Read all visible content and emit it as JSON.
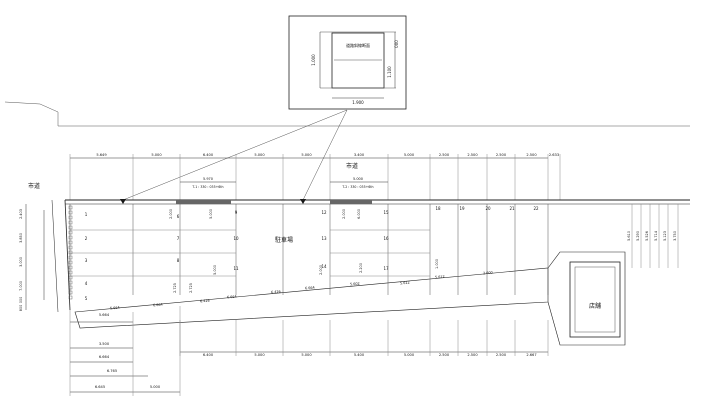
{
  "labels": {
    "road_top": "市道",
    "road_left": "市道",
    "parking": "駐車場",
    "store": "店舗",
    "inset_label": "道路斜線断面"
  },
  "top_dims": [
    "5.649",
    "5.000",
    "6.400",
    "5.000",
    "5.000",
    "3.400",
    "5.000",
    "2.500",
    "2.500",
    "2.500",
    "2.500",
    "2.633"
  ],
  "bottom_dims": [
    "6.400",
    "5.000",
    "5.000",
    "5.400",
    "5.000",
    "2.500",
    "2.500",
    "2.500",
    "2.667"
  ],
  "left_dims": [
    "2.403",
    "3.850",
    "3.000",
    "7.000",
    "000",
    "800"
  ],
  "inset_dims": {
    "w": "1.900",
    "h_left": "1.000",
    "h_right": "1.100",
    "top_right": "000"
  },
  "section_notes": [
    "5.970",
    "T-1 : 330 : 035+6th",
    "5.000",
    "T-2 : 330 : 035+6th"
  ],
  "stall_numbers": [
    "1",
    "2",
    "3",
    "4",
    "5",
    "6",
    "7",
    "8",
    "9",
    "10",
    "11",
    "12",
    "13",
    "14",
    "15",
    "16",
    "17",
    "18",
    "19",
    "20",
    "21",
    "22"
  ],
  "diag_dims": [
    "5.664",
    "6.664",
    "6.426",
    "6.664",
    "6.426",
    "6.664",
    "5.602",
    "5.612",
    "5.612",
    "2.600"
  ],
  "stall_vert": [
    "2.000",
    "5.000",
    "2.000",
    "6.000",
    "5.000",
    "2.000",
    "2.725",
    "2.725",
    "2.200",
    "1.000"
  ],
  "right_stack": [
    "5.610",
    "5.290",
    "5.526",
    "5.714",
    "5.123",
    "3.750"
  ],
  "lower_left": [
    "5.664",
    "3.500",
    "6.664",
    "6.765",
    "6.645",
    "5.000"
  ]
}
